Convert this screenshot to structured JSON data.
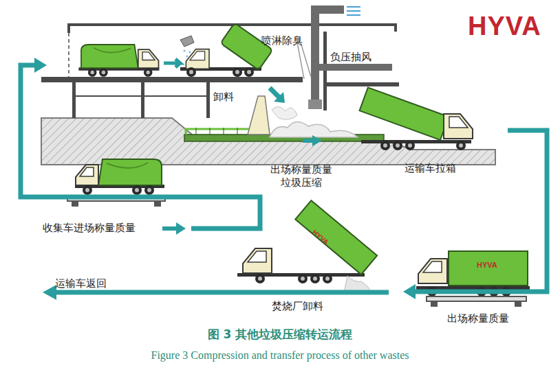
{
  "diagram": {
    "title": "图 3 其他垃圾压缩转运流程",
    "caption": "Figure 3 Compression and transfer process of other wastes",
    "labels": [
      "HYVA",
      "喷淋除臭",
      "负压抽风",
      "卸料",
      "出场称量质量",
      "垃圾压缩",
      "运输车拉箱",
      "收集车进场称量质量",
      "HYVA",
      "HYVA",
      "焚烧厂卸料",
      "运输车返回",
      "出场称量质量"
    ]
  }
}
